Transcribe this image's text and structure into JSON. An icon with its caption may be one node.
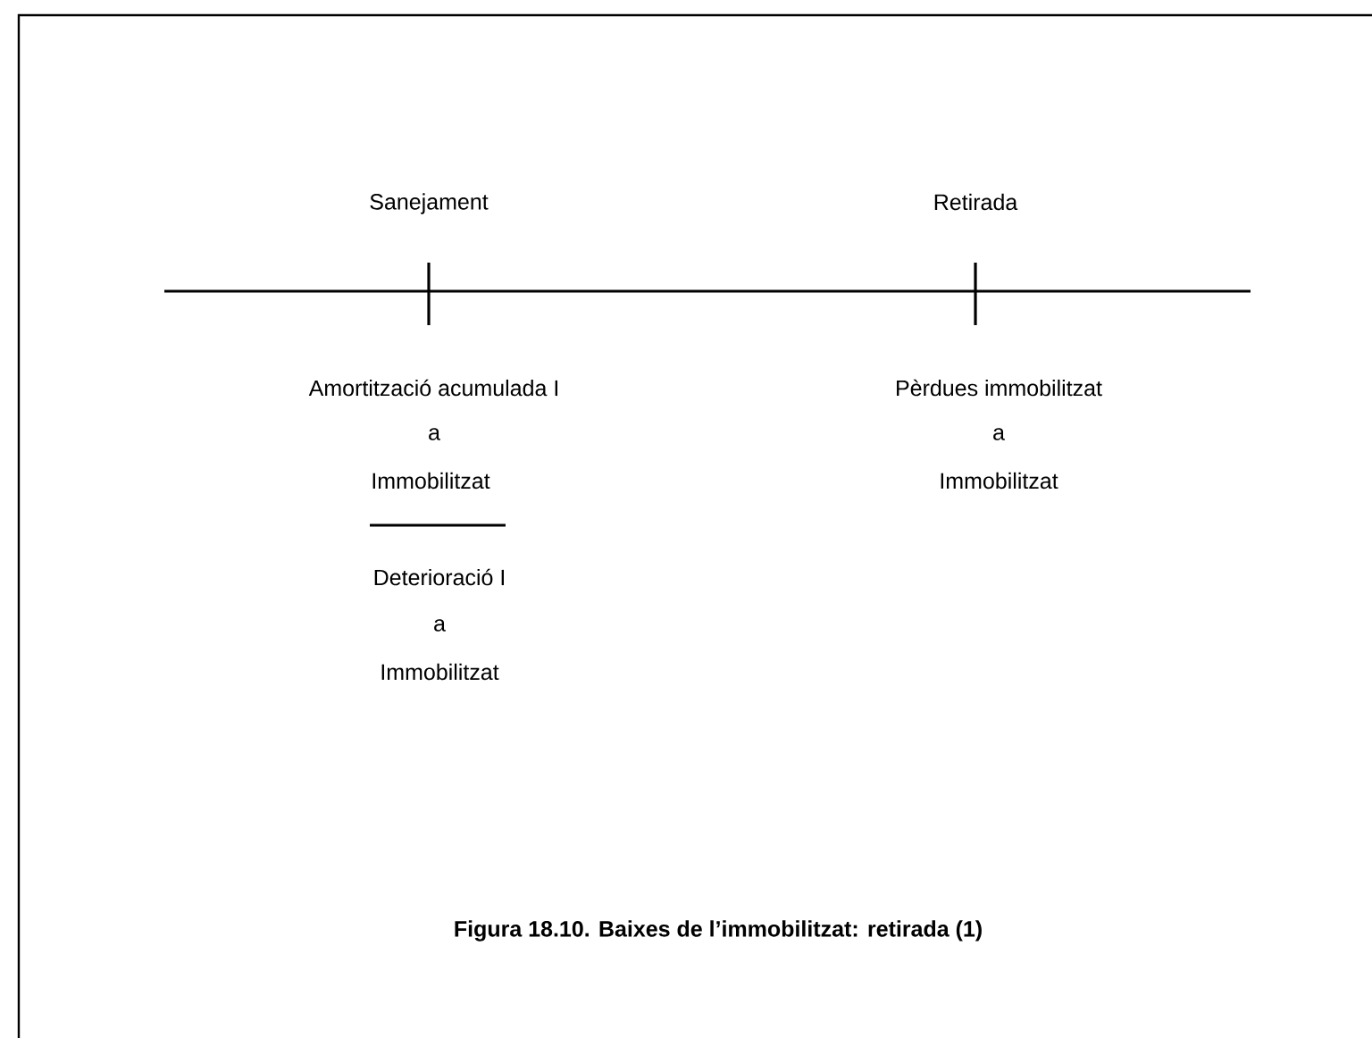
{
  "diagram": {
    "caption": "Figura 18.10. Baixes de l’immobilitzat: retirada (1)",
    "labels": [
      "Sanejament",
      "Retirada",
      "Amortització acumulada I",
      "Pèrdues immobilitzat",
      "a",
      "a",
      "Immobilitzat",
      "Immobilitzat",
      "Deterioració I",
      "a",
      "Immobilitzat"
    ]
  }
}
